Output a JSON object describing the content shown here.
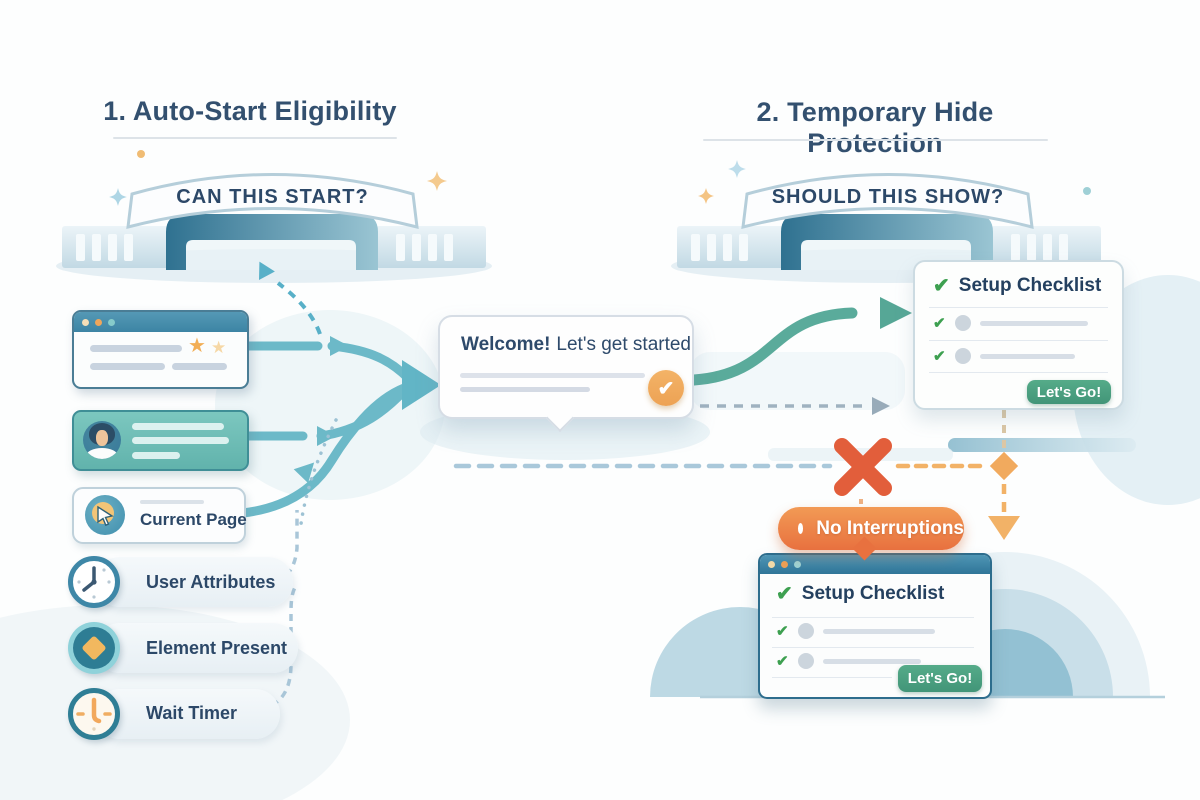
{
  "sections": {
    "eligibility": {
      "title": "1. Auto-Start Eligibility",
      "gate_question": "CAN THIS START?"
    },
    "hide_protection": {
      "title": "2. Temporary Hide Protection",
      "gate_question": "SHOULD THIS SHOW?"
    }
  },
  "conditions": {
    "current_page": "Current Page",
    "user_attributes": "User Attributes",
    "element_present": "Element Present",
    "wait_timer": "Wait Timer"
  },
  "tooltip": {
    "headline_bold": "Welcome!",
    "headline_rest": "Let's get started"
  },
  "checklist_shown": {
    "title": "Setup Checklist",
    "cta_label": "Let's Go!"
  },
  "checklist_hidden": {
    "title": "Setup Checklist",
    "cta_label": "Let's Go!"
  },
  "badge": {
    "label": "No Interruptions"
  },
  "colors": {
    "navy_text": "#2c4868",
    "teal_arrow": "#6cb9c8",
    "green_arrow": "#5aab9b",
    "green_button": "#4aa381",
    "check_green": "#3da050",
    "accent_orange": "#f1aa5e",
    "alert_x": "#e25e3b",
    "badge_orange": "#ee7d43",
    "dashed_blue": "#a9c8da"
  }
}
